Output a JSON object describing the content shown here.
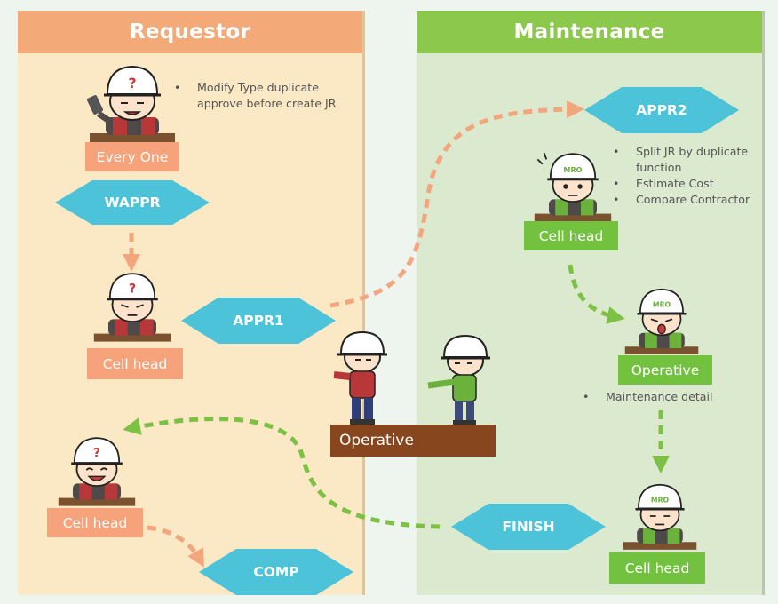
{
  "lanes": {
    "requestor": "Requestor",
    "maintenance": "Maintenance"
  },
  "colors": {
    "requestor_lane": "#fbe8c4",
    "requestor_header": "#f3a978",
    "maintenance_lane": "#dbe9cf",
    "maintenance_header": "#8cc84b",
    "diamond": "#4cc3d9",
    "orange_arrow": "#f3a67e",
    "green_arrow": "#7cc044",
    "operative_bar": "#87461d"
  },
  "requestor": {
    "every_one": {
      "label": "Every One",
      "notes": [
        "Modify Type duplicate approve before create JR"
      ]
    },
    "wappr": "WAPPR",
    "cell_head_1": "Cell head",
    "appr1": "APPR1",
    "cell_head_2": "Cell head",
    "comp": "COMP"
  },
  "operative_center": "Operative",
  "maintenance": {
    "appr2": "APPR2",
    "cell_head_1": {
      "label": "Cell head",
      "notes": [
        "Split JR by duplicate function",
        "Estimate Cost",
        "Compare Contractor"
      ]
    },
    "operative": {
      "label": "Operative",
      "notes": [
        "Maintenance detail"
      ]
    },
    "finish": "FINISH",
    "cell_head_2": "Cell head"
  },
  "helmet_marks": {
    "requestor": "?",
    "maintenance": "MRO"
  }
}
